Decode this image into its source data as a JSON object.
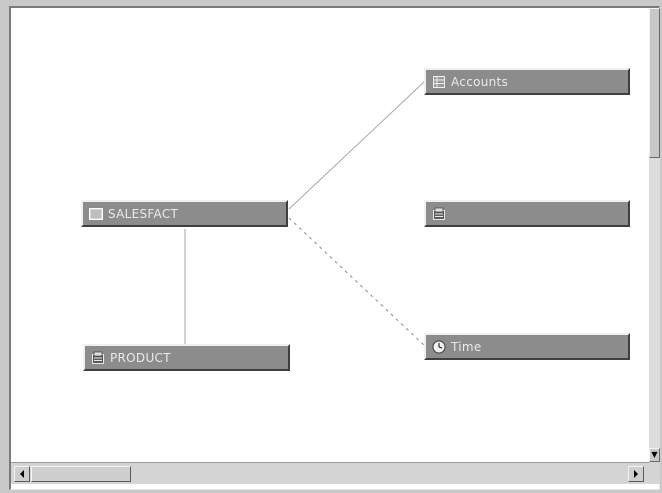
{
  "diagram": {
    "nodes": {
      "salesfact": {
        "label": "SALESFACT",
        "icon": "table-icon"
      },
      "product": {
        "label": "PRODUCT",
        "icon": "dimension-icon"
      },
      "accounts": {
        "label": "Accounts",
        "icon": "accounts-icon"
      },
      "unnamed": {
        "label": "",
        "icon": "dimension-icon"
      },
      "time": {
        "label": "Time",
        "icon": "clock-icon"
      }
    },
    "links": [
      {
        "from": "salesfact",
        "to": "accounts",
        "style": "solid"
      },
      {
        "from": "salesfact",
        "to": "time",
        "style": "dotted"
      },
      {
        "from": "salesfact",
        "to": "product",
        "style": "solid"
      }
    ]
  },
  "colors": {
    "node_fill": "#8c8c8c",
    "node_text": "#eaeaea",
    "canvas": "#ffffff",
    "link": "#9a9a9a"
  }
}
